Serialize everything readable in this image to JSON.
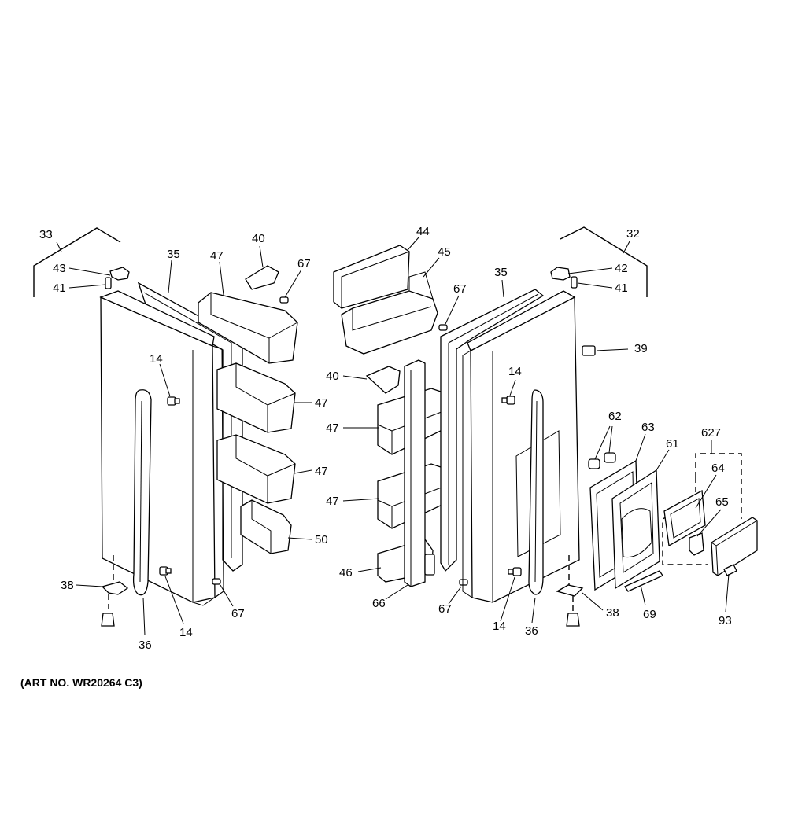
{
  "caption": "(ART NO. WR20264 C3)",
  "callouts": {
    "c33": "33",
    "c43": "43",
    "c41_left": "41",
    "c35_left": "35",
    "c47_top": "47",
    "c40_top": "40",
    "c67_top_left": "67",
    "c14_left_upper": "14",
    "c47_left_1": "47",
    "c47_left_2": "47",
    "c50": "50",
    "c38_left": "38",
    "c36_left": "36",
    "c14_left_lower": "14",
    "c67_left_bottom": "67",
    "c44": "44",
    "c45": "45",
    "c67_top_center": "67",
    "c40_center": "40",
    "c47_center_1": "47",
    "c47_center_2": "47",
    "c46": "46",
    "c66": "66",
    "c67_center_bottom": "67",
    "c35_right": "35",
    "c32": "32",
    "c42": "42",
    "c41_right": "41",
    "c39": "39",
    "c14_right_upper": "14",
    "c62": "62",
    "c63": "63",
    "c61": "61",
    "c627": "627",
    "c64": "64",
    "c65": "65",
    "c69": "69",
    "c93": "93",
    "c14_right_lower": "14",
    "c36_right": "36",
    "c38_right": "38"
  }
}
